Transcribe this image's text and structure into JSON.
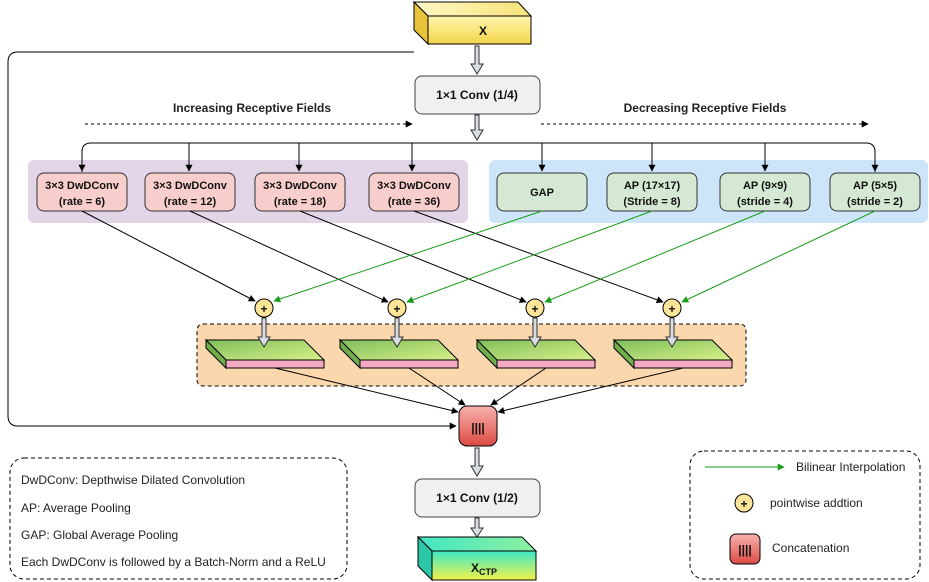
{
  "input": {
    "label": "X"
  },
  "conv_in": {
    "label": "1×1 Conv (1/4)"
  },
  "headers": {
    "increasing": "Increasing Receptive Fields",
    "decreasing": "Decreasing Receptive Fields"
  },
  "dwd_branches": [
    {
      "line1": "3×3 DwDConv",
      "line2": "(rate = 6)"
    },
    {
      "line1": "3×3 DwDConv",
      "line2": "(rate = 12)"
    },
    {
      "line1": "3×3 DwDConv",
      "line2": "(rate = 18)"
    },
    {
      "line1": "3×3 DwDConv",
      "line2": "(rate = 36)"
    }
  ],
  "pool_branches": [
    {
      "line1": "GAP",
      "line2": ""
    },
    {
      "line1": "AP (17×17)",
      "line2": "(Stride = 8)"
    },
    {
      "line1": "AP (9×9)",
      "line2": "(stride = 4)"
    },
    {
      "line1": "AP (5×5)",
      "line2": "(stride = 2)"
    }
  ],
  "add_symbol": "+",
  "concat_symbol": "||||",
  "conv_out": {
    "label": "1×1 Conv (1/2)"
  },
  "output": {
    "base": "X",
    "sub": "CTP"
  },
  "notes": [
    "DwDConv: Depthwise Dilated Convolution",
    "AP: Average Pooling",
    "GAP: Global Average Pooling",
    "Each DwDConv is followed by a Batch-Norm and a ReLU"
  ],
  "legend": {
    "bilinear": "Bilinear Interpolation",
    "add": "pointwise addtion",
    "concat": "Concatenation"
  },
  "colors": {
    "dwd_panel": "#e1d5e7",
    "dwd_box": "#f8cecc",
    "pool_panel": "#cce5f8",
    "pool_box": "#d5e8d4",
    "feature_panel": "#fad7ac",
    "add_fill": "#ffe599",
    "green_arrow": "#1a9c1a",
    "concat_fill": "#ea6b66"
  }
}
